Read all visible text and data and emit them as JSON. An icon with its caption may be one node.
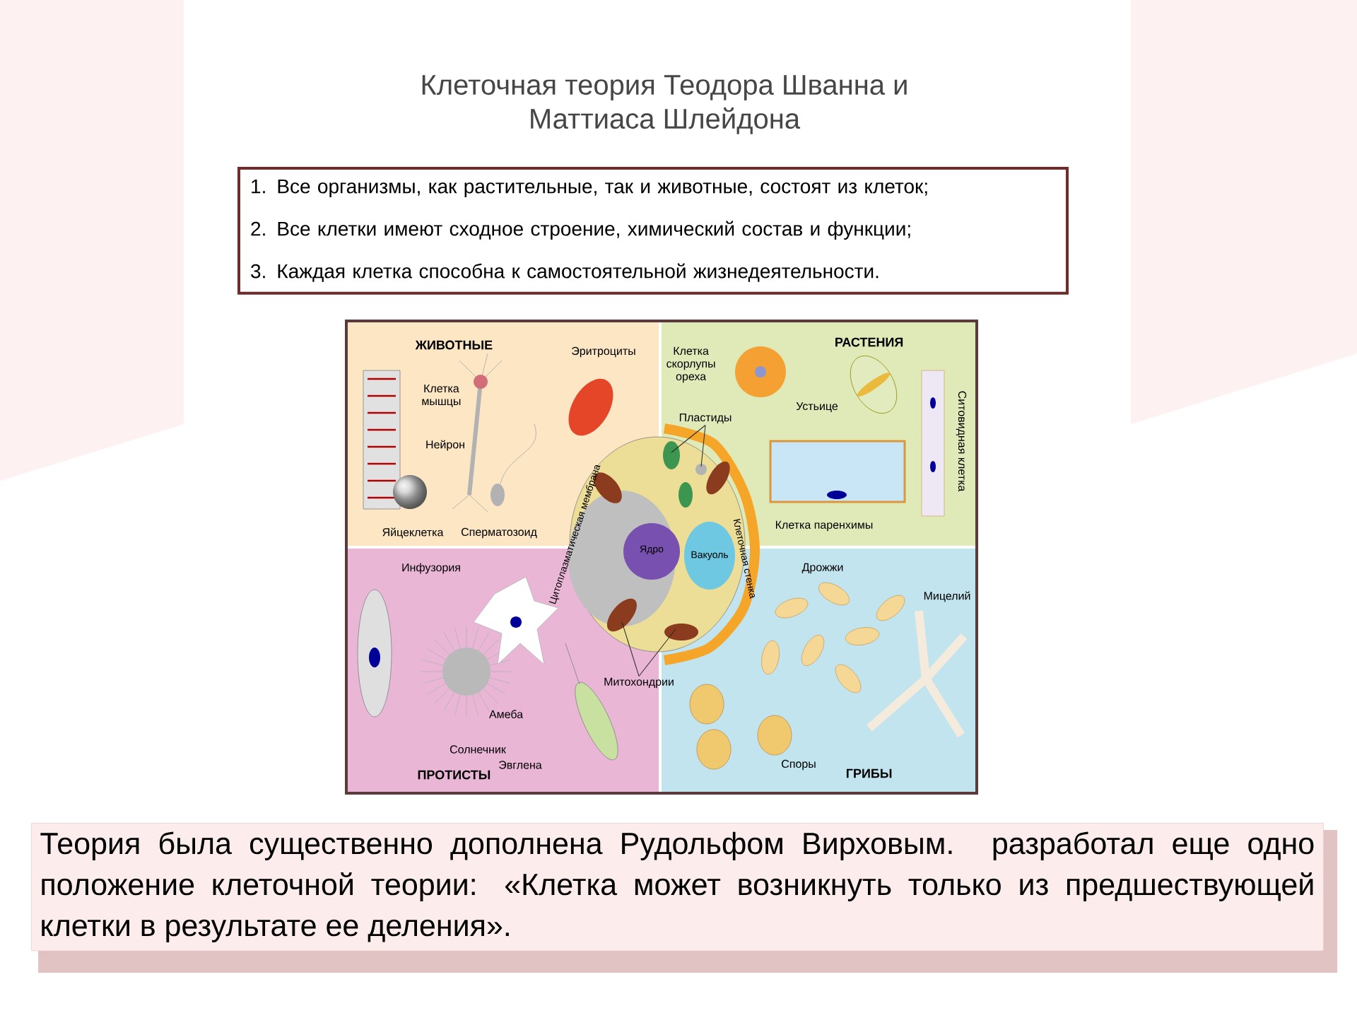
{
  "diagram": {
    "title": "Клеточная теория Теодора Шванна и Маттиаса Шлейдона",
    "nodes": [
      {
        "text": [
          "1. Все организмы, как растительные, так и животные, состоят из клеток;",
          "2. Все клетки имеют сходное строение, химический состав и функции;",
          "3. Каждая клетка способна к самостоятельной жизнедеятельности."
        ]
      },
      {
        "text": [
          "Теория была существенно дополнена Рудольфом Вирховым. разработал еще одно положение клеточной теории: «Клетка может возникнуть только из предшествующей клетки в результате ее деления»."
        ]
      },
      {
        "text": [
          "Пластиды"
        ]
      },
      {
        "text": [
          "Митохондрии"
        ]
      }
    ],
    "edges": [
      {
        "from": 2,
        "to": null,
        "arrow": "none"
      },
      {
        "from": 2,
        "to": null,
        "arrow": "none"
      },
      {
        "from": 3,
        "to": null,
        "arrow": "none"
      },
      {
        "from": 3,
        "to": null,
        "arrow": "none"
      }
    ],
    "labels": [
      "ЖИВОТНЫЕ",
      "Эритроциты",
      "Клетка мышцы",
      "Нейрон",
      "Яйцеклетка",
      "Сперматозоид",
      "Клетка скорлупы ореха",
      "РАСТЕНИЯ",
      "Устьице",
      "Ситовидная клетка",
      "Клетка паренхимы",
      "Цитоплазматическая мембрана",
      "Ядро",
      "Вакуоль",
      "Клеточная стенка",
      "Инфузория",
      "Дрожжи",
      "Мицелий",
      "Амеба",
      "Солнечник",
      "Эвглена",
      "Споры",
      "ПРОТИСТЫ",
      "ГРИБЫ"
    ]
  }
}
